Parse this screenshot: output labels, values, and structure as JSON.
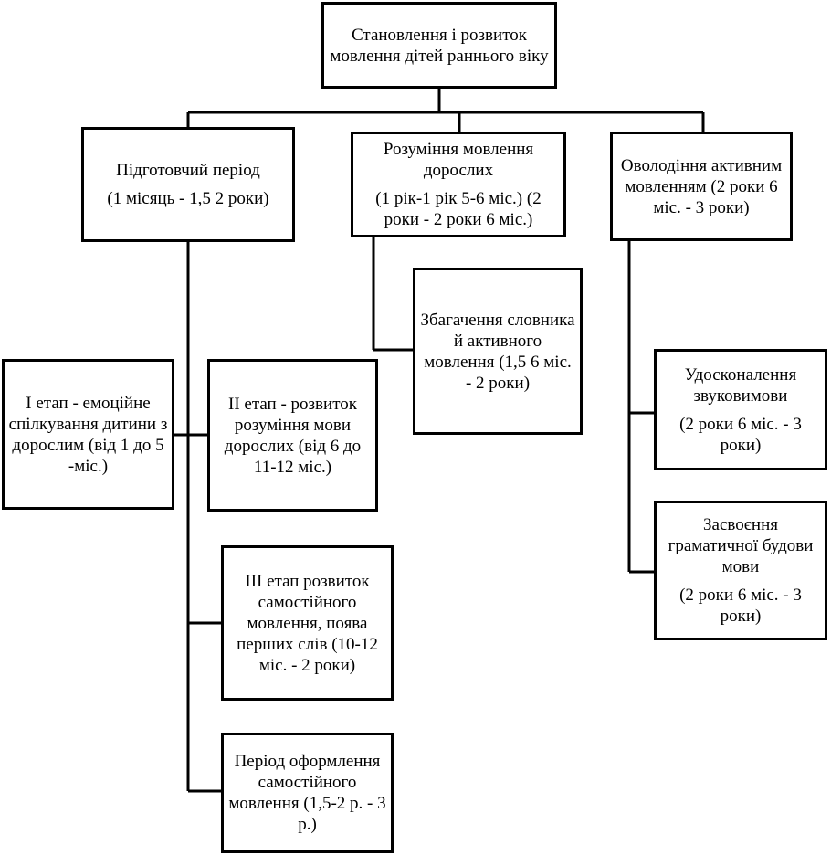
{
  "diagram": {
    "root": {
      "title": "Становлення і розвиток мовлення дітей раннього віку"
    },
    "preparatory": {
      "title": "Підготовчий період",
      "period": "(1 місяць - 1,5 2 роки)"
    },
    "understanding": {
      "title": "Розуміння мовлення дорослих",
      "period": "(1 рік-1 рік 5-6 міс.) (2 роки - 2 роки 6 міс.)"
    },
    "active": {
      "title": "Оволодіння активним мовленням (2 роки 6 міс. - 3 роки)"
    },
    "stage1": {
      "title": "І етап - емоційне спілкування дитини з дорослим (від 1 до 5 -міс.)"
    },
    "stage2": {
      "title": "ІІ етап - розвиток розуміння мови дорослих (від 6 до 11-12 міс.)"
    },
    "stage3": {
      "title": "ІІІ етап розвиток самостійного мовлення, поява перших слів (10-12 міс. - 2 роки)"
    },
    "formation": {
      "title": "Період оформлення самостійного мовлення (1,5-2 р. - 3 р.)"
    },
    "enrichment": {
      "title": "Збагачення словника й активного мовлення (1,5 6 міс. - 2 роки)"
    },
    "pronunciation": {
      "title": "Удосконалення звуковимови",
      "period": "(2 роки 6 міс. - 3 роки)"
    },
    "grammar": {
      "title": "Засвоєння граматичної будови мови",
      "period": "(2 роки 6 міс. - 3 роки)"
    }
  }
}
